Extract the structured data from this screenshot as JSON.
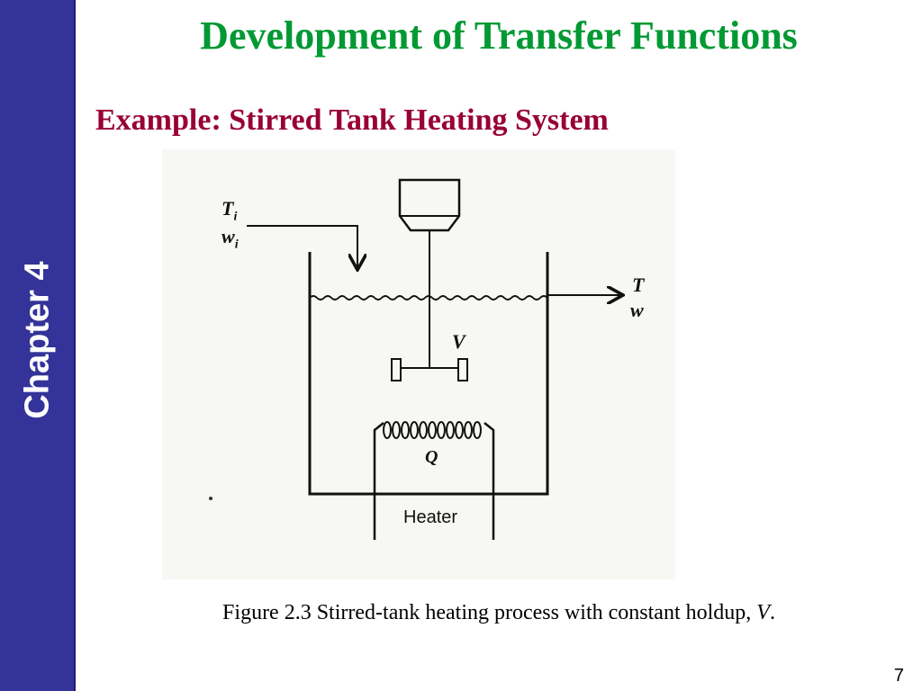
{
  "sidebar": {
    "chapter_label": "Chapter 4"
  },
  "slide": {
    "title": "Development of Transfer Functions",
    "subtitle": "Example: Stirred Tank Heating System",
    "page_number": "7"
  },
  "figure": {
    "inlet_temperature": "T",
    "inlet_temperature_sub": "i",
    "inlet_flow": "w",
    "inlet_flow_sub": "i",
    "outlet_temperature": "T",
    "outlet_flow": "w",
    "volume_label": "V",
    "heat_label": "Q",
    "heater_label": "Heater"
  },
  "caption": {
    "text": "Figure 2.3 Stirred-tank heating process with constant holdup, ",
    "variable": "V",
    "suffix": "."
  },
  "colors": {
    "sidebar": "#333399",
    "title": "#009933",
    "subtitle": "#990033"
  }
}
